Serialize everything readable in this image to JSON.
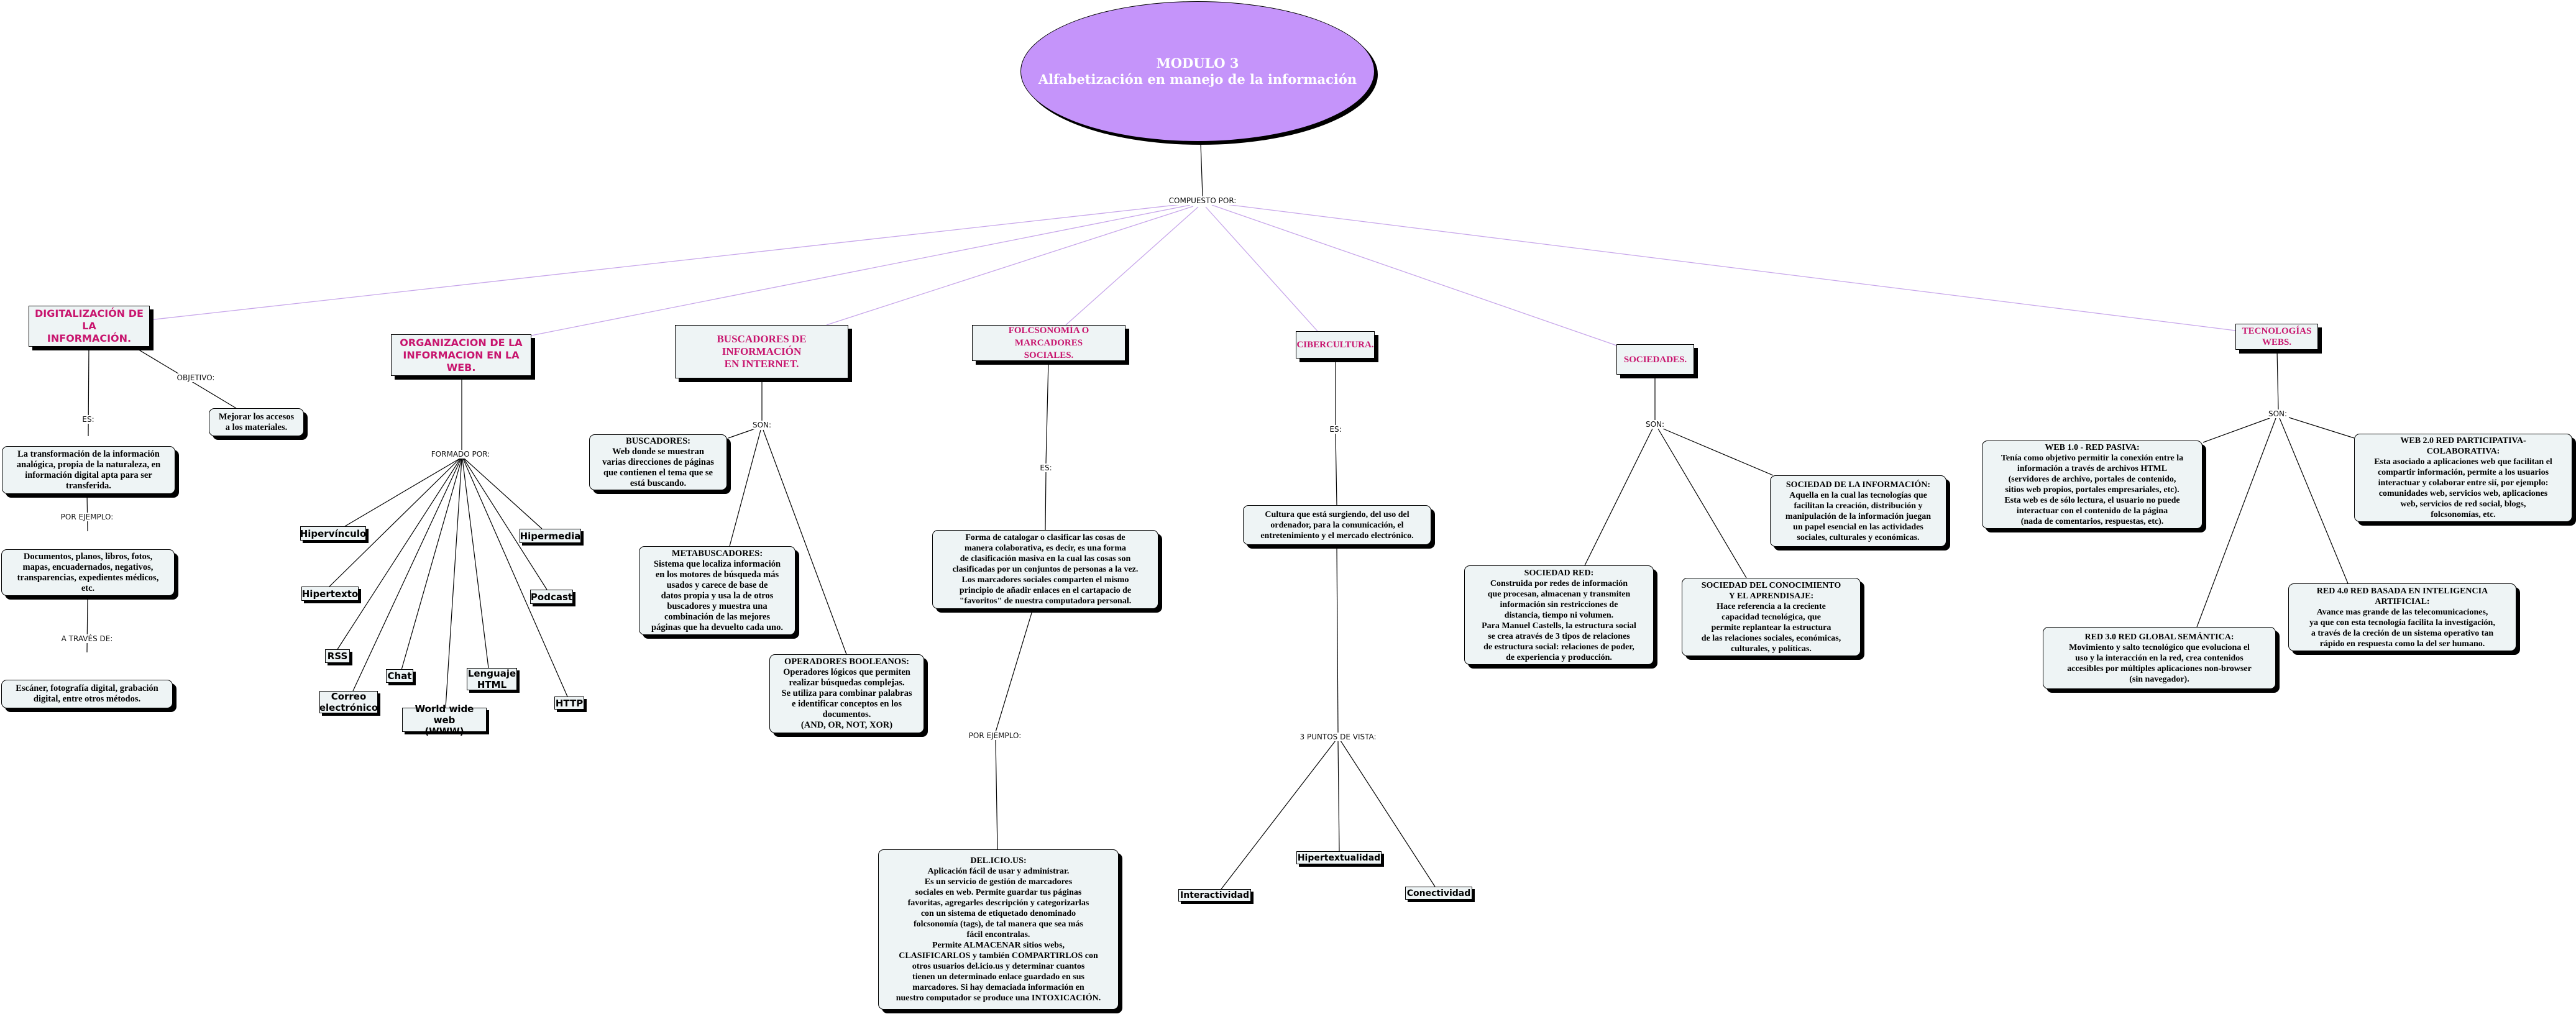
{
  "root": {
    "line1": "MODULO 3",
    "line2": "Alfabetización en manejo de la información"
  },
  "colors": {
    "root_fill": "#c594fa",
    "title_text": "#c8156e",
    "node_fill": "#eef4f5",
    "top_links": "#c7a6ea"
  },
  "link_labels": {
    "compuesto_por": "COMPUESTO POR:",
    "dig_es": "ES:",
    "dig_objetivo": "OBJETIVO:",
    "dig_por_ejemplo": "POR EJEMPLO:",
    "dig_a_traves": "A TRAVÉS DE:",
    "org_formado_por": "FORMADO POR:",
    "busc_son": "SON:",
    "folc_es": "ES:",
    "folc_por_ejemplo": "POR EJEMPLO:",
    "ciber_es": "ES:",
    "ciber_puntos": "3 PUNTOS DE VISTA:",
    "soc_son": "SON:",
    "tec_son": "SON:"
  },
  "digitalizacion": {
    "title": "DIGITALIZACIÓN DE LA\nINFORMACIÓN.",
    "objetivo": "Mejorar los accesos\na los materiales.",
    "es": "La transformación de la información\nanalógica, propia de la naturaleza, en\ninformación digital apta para ser\ntransferida.",
    "ejemplo": "Documentos, planos, libros, fotos,\nmapas, encuadernados, negativos,\ntransparencias, expedientes médicos,\netc.",
    "medios": "Escáner, fotografía digital, grabación\ndigital, entre otros métodos."
  },
  "organizacion": {
    "title": "ORGANIZACION DE LA\nINFORMACION EN LA WEB.",
    "items": {
      "hipervinculo": "Hipervínculo",
      "hipertexto": "Hipertexto",
      "rss": "RSS",
      "correo": "Correo\nelectrónico",
      "chat": "Chat",
      "www": "World wide web\n(WWW)",
      "html": "Lenguaje\nHTML",
      "http": "HTTP",
      "podcast": "Podcast",
      "hipermedia": "Hipermedia"
    }
  },
  "buscadores": {
    "title": "BUSCADORES DE INFORMACIÓN\nEN INTERNET.",
    "buscadores": "BUSCADORES:\nWeb donde se muestran\nvarias direcciones de páginas\nque contienen el tema que se\nestá buscando.",
    "metabuscadores": "METABUSCADORES:\nSistema que localiza información\nen los motores de búsqueda más\nusados y carece de base de\ndatos propia y usa la de otros\nbuscadores y muestra una\ncombinación de las mejores\npáginas que ha devuelto cada uno.",
    "operadores": "OPERADORES BOOLEANOS:\nOperadores lógicos que permiten\nrealizar búsquedas complejas.\nSe utiliza para combinar palabras\ne identificar conceptos en los\ndocumentos.\n(AND, OR, NOT, XOR)"
  },
  "folcsonomia": {
    "title": "FOLCSONOMÍA O MARCADORES\nSOCIALES.",
    "es": "Forma de catalogar o clasificar las cosas de\nmanera colaborativa, es decir, es una forma\nde clasificación masiva en la cual las cosas son\nclasificadas por un conjuntos de personas a la vez.\nLos marcadores sociales comparten el mismo\nprincipio de añadir enlaces en el cartapacio de\n\"favoritos\" de nuestra computadora personal.",
    "ejemplo": "DEL.ICIO.US:\nAplicación fácil de usar y administrar.\nEs un servicio de gestión de marcadores\nsociales en web. Permite guardar tus páginas\nfavoritas, agregarles descripción y categorizarlas\ncon un sistema de etiquetado denominado\nfolcsonomía (tags), de tal manera que sea más\nfácil encontralas.\nPermite ALMACENAR sitios webs,\nCLASIFICARLOS y también COMPARTIRLOS con\notros usuarios del.icio.us y determinar cuantos\ntienen un determinado enlace guardado en sus\nmarcadores. Si hay demaciada información en\nnuestro computador se produce una INTOXICACIÓN."
  },
  "cibercultura": {
    "title": "CIBERCULTURA.",
    "es": "Cultura que está surgiendo, del uso del\nordenador, para la comunicación, el\nentretenimiento y el mercado electrónico.",
    "puntos": {
      "interactividad": "Interactividad",
      "hipertextualidad": "Hipertextualidad",
      "conectividad": "Conectividad"
    }
  },
  "sociedades": {
    "title": "SOCIEDADES.",
    "informacion": "SOCIEDAD DE LA INFORMACIÓN:\nAquella en la cual las tecnologías que\nfacilitan la creación, distribución y\nmanipulación de la información juegan\nun papel esencial en las actividades\nsociales, culturales y económicas.",
    "red": "SOCIEDAD RED:\nConstruida por redes de información\nque procesan, almacenan y transmiten\ninformación sin restricciones de\ndistancia, tiempo ni volumen.\nPara Manuel Castells, la estructura social\nse crea através de 3 tipos de relaciones\nde estructura social: relaciones de poder,\nde experiencia y producción.",
    "conocimiento": "SOCIEDAD DEL CONOCIMIENTO\nY EL APRENDISAJE:\nHace referencia a la creciente\ncapacidad tecnológica, que\npermite replantear la estructura\nde las relaciones sociales, económicas,\nculturales, y políticas."
  },
  "tecnologias": {
    "title": "TECNOLOGÍAS\nWEBS.",
    "web1": "WEB 1.0 - RED PASIVA:\nTenía como objetivo permitir la conexión entre la\ninformación a través de archivos HTML\n(servidores de archivo, portales de contenido,\nsitios web propios, portales empresariales, etc).\nEsta web es de sólo lectura, el usuario no puede\ninteractuar con el contenido de la página\n(nada de comentarios, respuestas, etc).",
    "web2": "WEB 2.0 RED PARTICIPATIVA-\nCOLABORATIVA:\nEsta asociado a aplicaciones web que facilitan el\ncompartir información, permite a los usuarios\ninteractuar y colaborar entre sií, por ejemplo:\ncomunidades web, servicios web, aplicaciones\nweb, servicios de red social, blogs,\nfolcsonomías, etc.",
    "web3": "RED 3.0 RED GLOBAL SEMÁNTICA:\nMovimiento y salto tecnológico que evoluciona el\nuso y la interacción en la red, crea contenidos\naccesibles por múltiples  aplicaciones  non-browser\n(sin navegador).",
    "web4": "RED 4.0 RED BASADA EN INTELIGENCIA\nARTIFICIAL:\nAvance mas grande de las telecomunicaciones,\nya que con esta tecnología facilita la investigación,\na través de la creción de  un sistema operativo tan\nrápido en respuesta como la del ser humano."
  }
}
